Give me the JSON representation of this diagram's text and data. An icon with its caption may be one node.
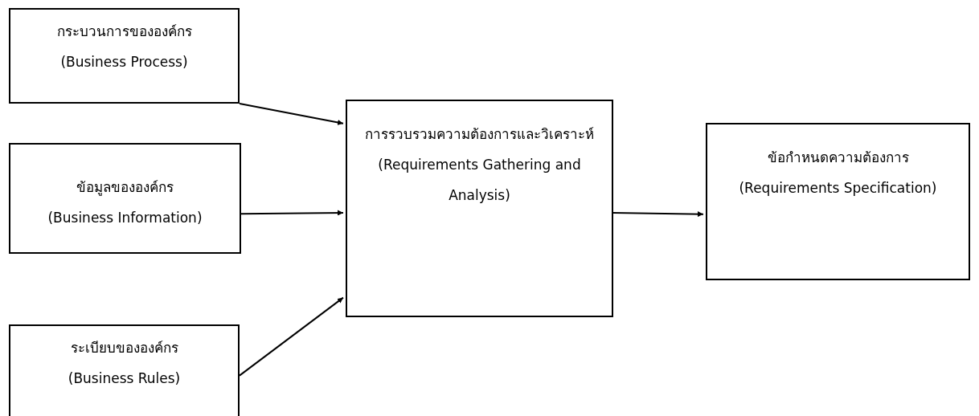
{
  "diagram": {
    "nodes": [
      {
        "text": [
          "กระบวนการขององค์กร",
          "(Business Process)"
        ]
      },
      {
        "text": [
          "ข้อมูลขององค์กร",
          "(Business Information)"
        ]
      },
      {
        "text": [
          "ระเบียบขององค์กร",
          "(Business Rules)"
        ]
      },
      {
        "text": [
          "การรวบรวมความต้องการและวิเคราะห์",
          "(Requirements Gathering and Analysis)"
        ]
      },
      {
        "text": [
          "ข้อกำหนดความต้องการ",
          "(Requirements Specification)"
        ]
      }
    ],
    "edges": [
      {
        "from": 0,
        "to": 3,
        "arrow": "to"
      },
      {
        "from": 1,
        "to": 3,
        "arrow": "to"
      },
      {
        "from": 2,
        "to": 3,
        "arrow": "to"
      },
      {
        "from": 3,
        "to": 4,
        "arrow": "to"
      }
    ]
  }
}
